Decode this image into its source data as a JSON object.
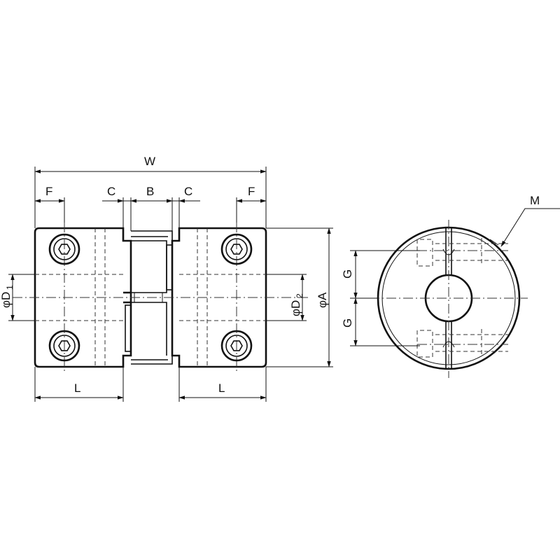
{
  "labels": {
    "W": "W",
    "F_left": "F",
    "C_left": "C",
    "B": "B",
    "C_right": "C",
    "F_right": "F",
    "L_left": "L",
    "L_right": "L",
    "phi_D1": "φD",
    "D1_sub": "1",
    "phi_D2": "φD",
    "D2_sub": "2",
    "phi_A": "φA",
    "G_top": "G",
    "G_bottom": "G",
    "M": "M"
  },
  "icons": {
    "screw": "hex-socket-screw-icon"
  }
}
